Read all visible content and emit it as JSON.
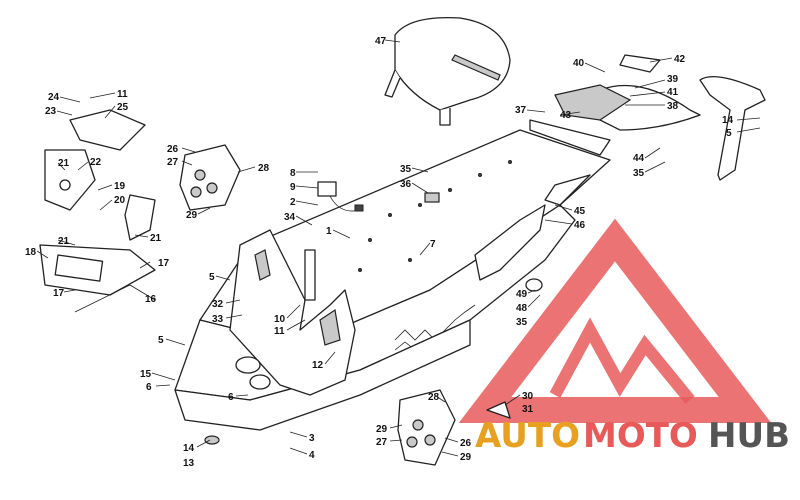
{
  "callouts": [
    "47",
    "42",
    "40",
    "39",
    "41",
    "38",
    "37",
    "43",
    "14",
    "5",
    "44",
    "35",
    "24",
    "11",
    "23",
    "25",
    "22",
    "21",
    "19",
    "20",
    "21",
    "18",
    "21",
    "17",
    "17",
    "16",
    "26",
    "27",
    "28",
    "29",
    "8",
    "9",
    "2",
    "34",
    "35",
    "36",
    "1",
    "7",
    "45",
    "46",
    "49",
    "48",
    "35",
    "5",
    "32",
    "33",
    "10",
    "11",
    "12",
    "5",
    "15",
    "6",
    "6",
    "14",
    "13",
    "3",
    "4",
    "30",
    "31",
    "28",
    "29",
    "27",
    "26",
    "29"
  ],
  "watermark": {
    "brand_auto": "AUTO",
    "brand_moto": "MOTO",
    "brand_hub": "HUB",
    "colors": {
      "auto": "#e8a020",
      "moto": "#e85a5a",
      "hub": "#555555",
      "triangle": "#e85a5a"
    }
  }
}
